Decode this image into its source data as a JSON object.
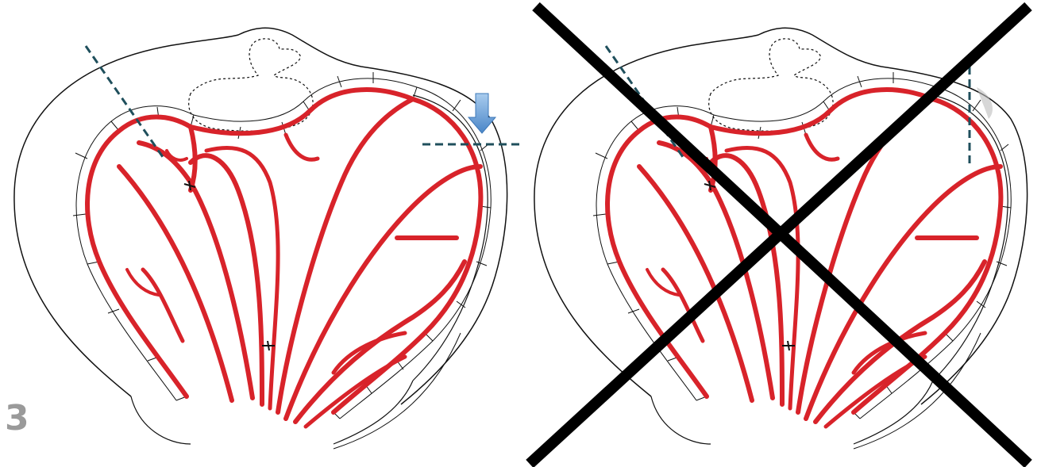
{
  "figure": {
    "label": "3",
    "colors": {
      "vessel": "#d8232a",
      "outline": "#111111",
      "cut_line": "#1f4f5c",
      "arrow": "#5b9bd5",
      "cross": "#000000",
      "background": "#ffffff"
    },
    "panels": [
      {
        "id": "left",
        "shows_arrow": true,
        "crossed_out": false
      },
      {
        "id": "right",
        "shows_arrow": false,
        "crossed_out": true
      }
    ],
    "icons": [
      "duck-icon",
      "down-arrow-icon",
      "cross-out-icon"
    ]
  }
}
